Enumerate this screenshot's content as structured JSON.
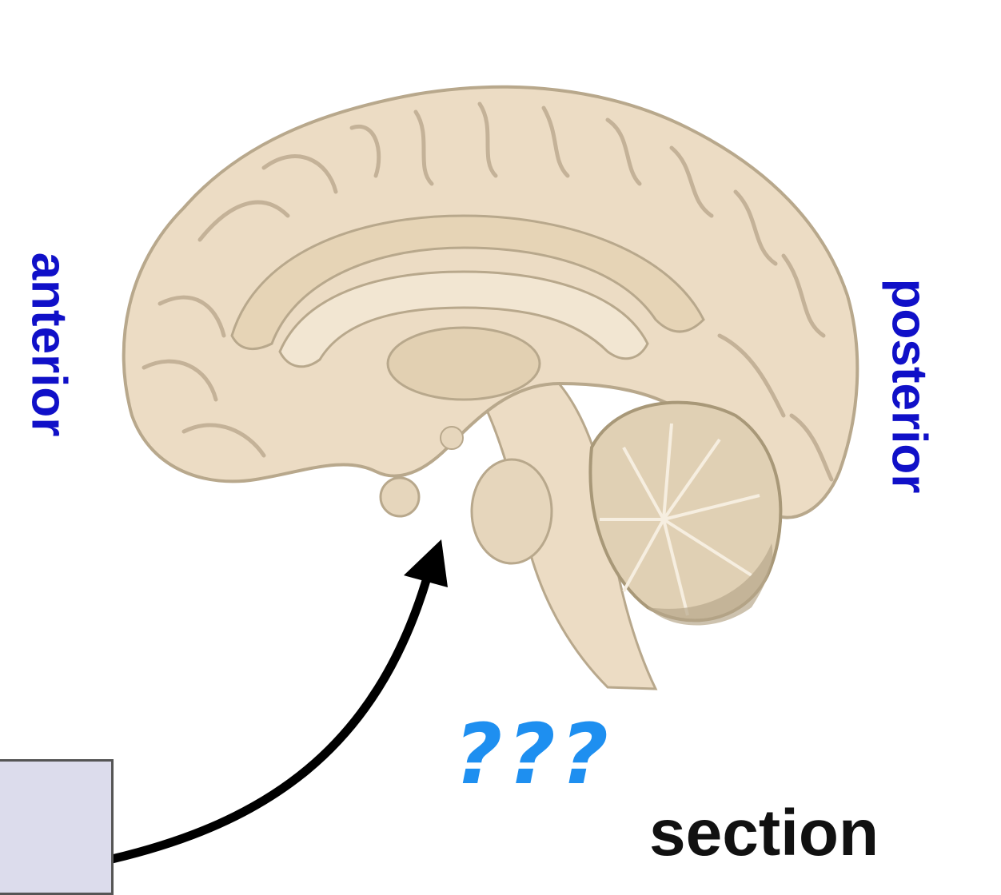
{
  "labels": {
    "anterior": "anterior",
    "posterior": "posterior",
    "section": "section",
    "question": "???"
  },
  "colors": {
    "orientation_label": "#1010c8",
    "question_marks": "#1e8ff0",
    "brain_fill": "#ecdcc4",
    "brain_outline": "#b8a88c",
    "cerebellum_fill": "#e0d0b4",
    "box_fill": "#dcdcec",
    "arrow": "#000000"
  },
  "icons": {
    "arrow": "curved-arrow-icon"
  }
}
